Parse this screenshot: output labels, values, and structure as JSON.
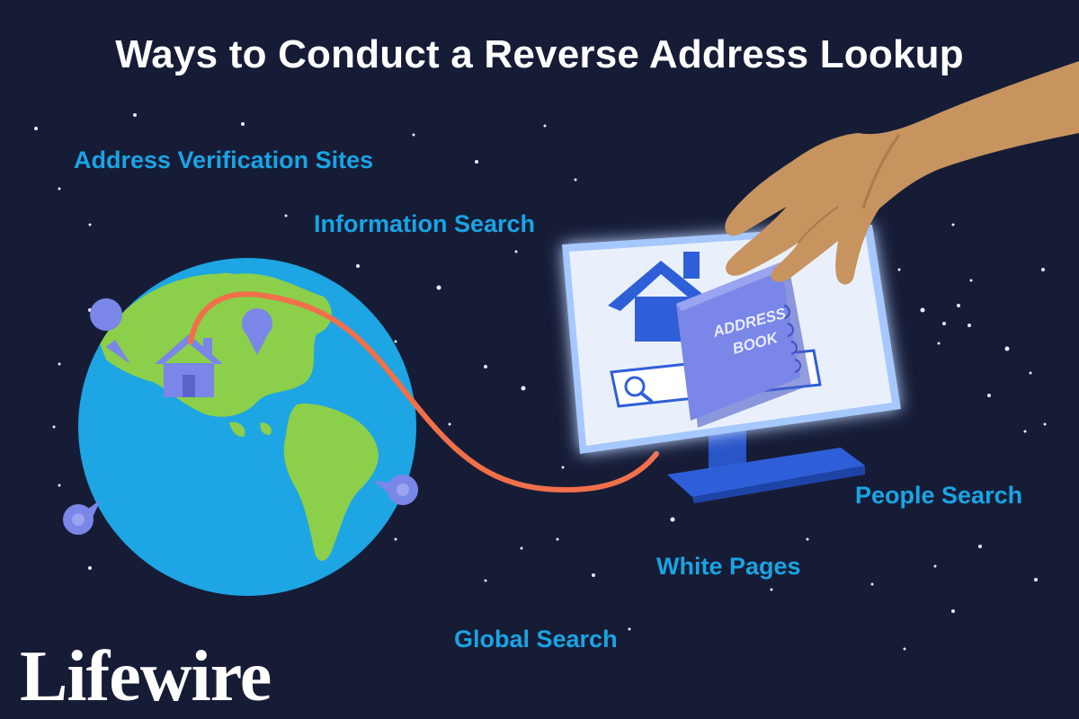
{
  "title": "Ways to Conduct a Reverse Address Lookup",
  "labels": {
    "address_verification": "Address Verification Sites",
    "information_search": "Information Search",
    "people_search": "People Search",
    "white_pages": "White Pages",
    "global_search": "Global Search"
  },
  "book": {
    "line1": "ADDRESS",
    "line2": "BOOK"
  },
  "logo": "Lifewire",
  "colors": {
    "background": "#161c36",
    "label": "#1aa4e4",
    "ocean": "#1ea5e3",
    "land": "#8ccf4a",
    "route": "#f0704a",
    "monitor": "#2f5fd8",
    "pin": "#7a86e8"
  },
  "icons": [
    "globe-icon",
    "house-icon",
    "map-pin-icon",
    "monitor-icon",
    "search-icon",
    "address-book-icon",
    "hand-icon",
    "star-icon"
  ]
}
